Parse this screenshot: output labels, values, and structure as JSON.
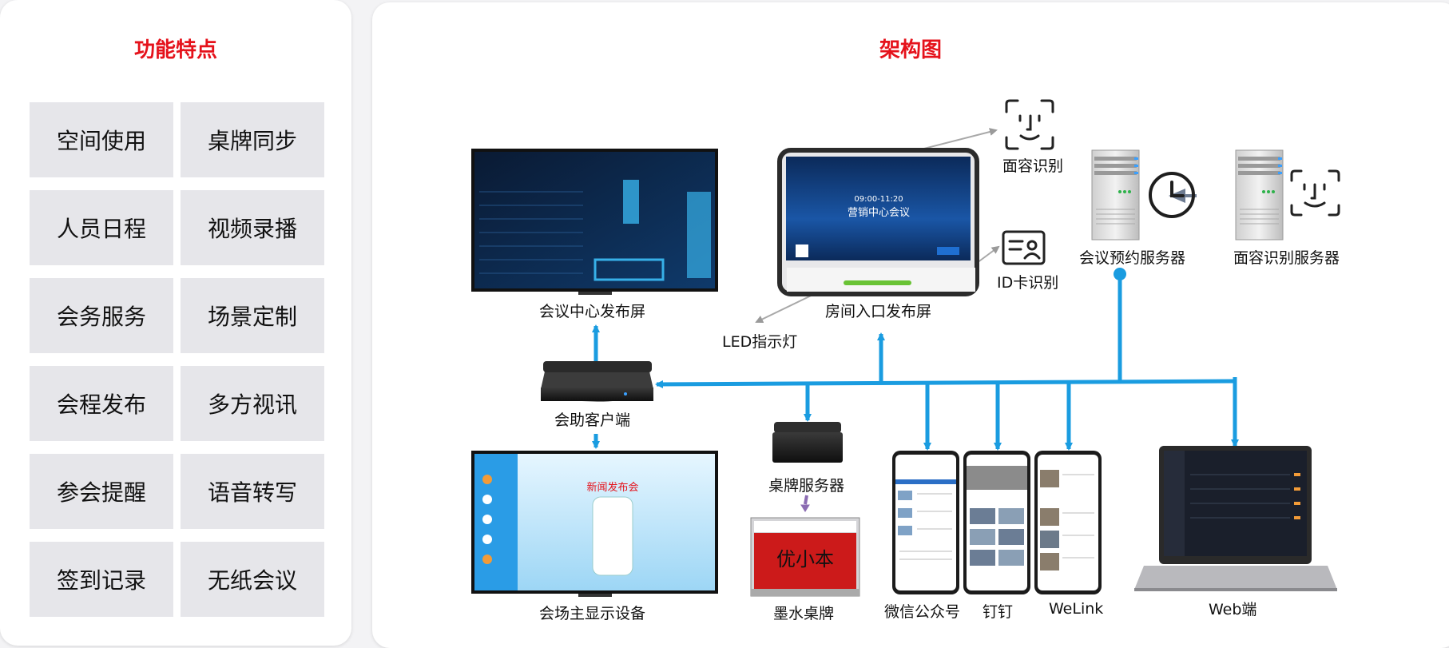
{
  "features": {
    "title": "功能特点",
    "items": [
      "空间使用",
      "桌牌同步",
      "人员日程",
      "视频录播",
      "会务服务",
      "场景定制",
      "会程发布",
      "多方视讯",
      "参会提醒",
      "语音转写",
      "签到记录",
      "无纸会议"
    ]
  },
  "architecture": {
    "title": "架构图",
    "labels": {
      "center_screen": "会议中心发布屏",
      "room_screen": "房间入口发布屏",
      "led": "LED指示灯",
      "face_id": "面容识别",
      "id_card": "ID卡识别",
      "booking_server": "会议预约服务器",
      "face_server": "面容识别服务器",
      "client": "会助客户端",
      "main_display": "会场主显示设备",
      "nameplate_server": "桌牌服务器",
      "eink": "墨水桌牌",
      "wechat": "微信公众号",
      "dingtalk": "钉钉",
      "welink": "WeLink",
      "web": "Web端"
    },
    "screen_text": {
      "room_meeting": "营销中心会议",
      "room_time": "09:00-11:20",
      "press": "新闻发布会",
      "eink_name": "优小本"
    }
  },
  "colors": {
    "accent_red": "#e5121b",
    "connector_blue": "#1a9ce0"
  }
}
